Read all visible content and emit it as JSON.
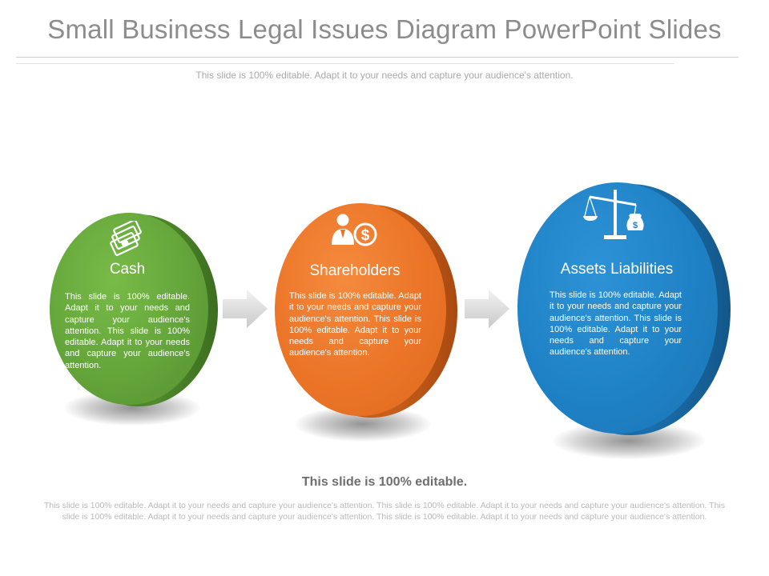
{
  "title": "Small Business Legal Issues Diagram PowerPoint Slides",
  "subtitle": "This slide is 100% editable. Adapt it to your needs and capture your audience's attention.",
  "stages": [
    {
      "heading": "Cash",
      "body": "This slide is 100% editable. Adapt it to your needs and capture your audience's attention. This slide is 100% editable. Adapt it to your needs and capture your audience's attention.",
      "icon": "cash-stack-icon",
      "color": "#5f9e36"
    },
    {
      "heading": "Shareholders",
      "body": "This slide is 100% editable. Adapt it to your needs and capture your audience's attention. This slide is 100% editable. Adapt it to your needs and capture your audience's attention.",
      "icon": "shareholder-dollar-icon",
      "color": "#ea7324"
    },
    {
      "heading": "Assets Liabilities",
      "body": "This slide is 100% editable. Adapt it to your needs and capture your audience's attention. This slide is 100% editable. Adapt it to your needs and capture your audience's attention.",
      "icon": "balance-scale-icon",
      "color": "#1f80c4"
    }
  ],
  "footer": {
    "heading": "This slide is 100% editable.",
    "body": "This slide is 100% editable. Adapt it to your needs and capture your audience's attention. This slide is 100% editable. Adapt it to your needs and capture your audience's attention. This slide is 100% editable. Adapt it to your needs and capture your audience's attention. This slide is 100% editable. Adapt it to your needs and capture your audience's attention."
  }
}
